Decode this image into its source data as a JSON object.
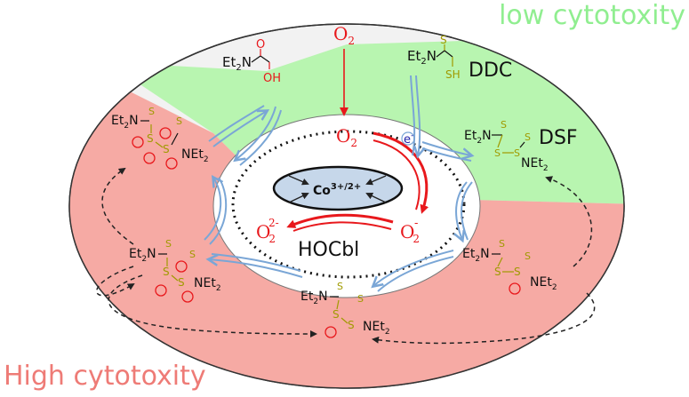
{
  "labels": {
    "low_cytotoxity": "low cytotoxity",
    "high_cytotoxity": "High cytotoxity",
    "center_metal": "Co",
    "center_metal_charge": "3+/2+",
    "hocbl": "HOCbl",
    "o2_top": "O",
    "o2_top_sub": "2",
    "o2_inner": "O",
    "o2_inner_sub": "2",
    "superoxide_right": "O",
    "superoxide_right_sub": "2",
    "superoxide_right_sup": "-",
    "peroxide_left": "O",
    "peroxide_left_sub": "2",
    "peroxide_left_sup": "2-",
    "electron": "e",
    "electron_sup": "-",
    "ddc": "DDC",
    "dsf": "DSF"
  },
  "molecules": {
    "carbamic_acid": {
      "amine": "Et",
      "amine_sub": "2",
      "amine_n": "N",
      "oh": "OH"
    },
    "ddc": {
      "amine": "Et",
      "amine_sub": "2",
      "amine_n": "N",
      "s": "S",
      "sh": "SH"
    },
    "dsf": {
      "amine1": "Et",
      "amine1_sub": "2",
      "amine1_n": "N",
      "amine2": "NEt",
      "amine2_sub": "2",
      "s": "S"
    },
    "tetraoxide": {
      "amine1": "Et",
      "amine1_sub": "2",
      "amine1_n": "N",
      "amine2": "NEt",
      "amine2_sub": "2",
      "s": "S",
      "o": "O"
    },
    "trioxide": {
      "amine1": "Et",
      "amine1_sub": "2",
      "amine1_n": "N",
      "amine2": "NEt",
      "amine2_sub": "2",
      "s": "S",
      "o": "O"
    },
    "monoxide": {
      "amine1": "Et",
      "amine1_sub": "2",
      "amine1_n": "N",
      "amine2": "NEt",
      "amine2_sub": "2",
      "s": "S",
      "o": "O"
    },
    "dioxide": {
      "amine1": "Et",
      "amine1_sub": "2",
      "amine1_n": "N",
      "amine2": "NEt",
      "amine2_sub": "2",
      "s": "S",
      "o": "O"
    }
  },
  "colors": {
    "low_region": "#b8f5b0",
    "high_region": "#f6aaa4",
    "outer_ring": "#f0f0f0",
    "blue_arrow": "#7aa6d6",
    "red_arrow": "#e8181c",
    "sulfur": "#a09a00",
    "oxygen": "#e8181c",
    "text": "#111111"
  }
}
